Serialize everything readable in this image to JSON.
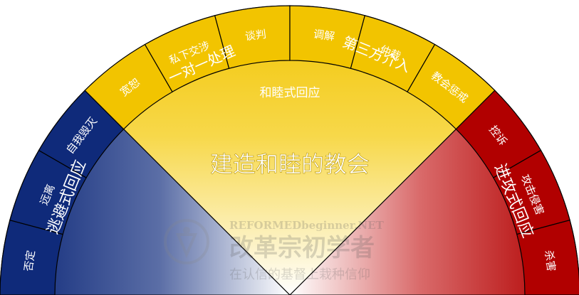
{
  "center_title": "建造和睦的教会",
  "yellow": {
    "label": "和睦式回应",
    "sub_private": "一对一处理",
    "sub_assisted": "第三方介入",
    "band": [
      "宽恕",
      "私下交涉",
      "谈判",
      "调解",
      "仲裁",
      "教会惩戒"
    ]
  },
  "blue": {
    "label": "逃避式回应",
    "band": [
      "否定",
      "远离",
      "自我毁灭"
    ]
  },
  "red": {
    "label": "进攻式回应",
    "band": [
      "控诉",
      "攻击侵害",
      "杀害"
    ]
  },
  "watermark": {
    "brand_en": "REFORMEDbeginner.NET",
    "brand_cn": "改革宗初学者",
    "tagline": "在认信的基督上栽种信仰"
  },
  "colors": {
    "yellow": "#f2c400",
    "blue": "#0f2a7a",
    "red": "#b10000",
    "outline": "#000000"
  }
}
